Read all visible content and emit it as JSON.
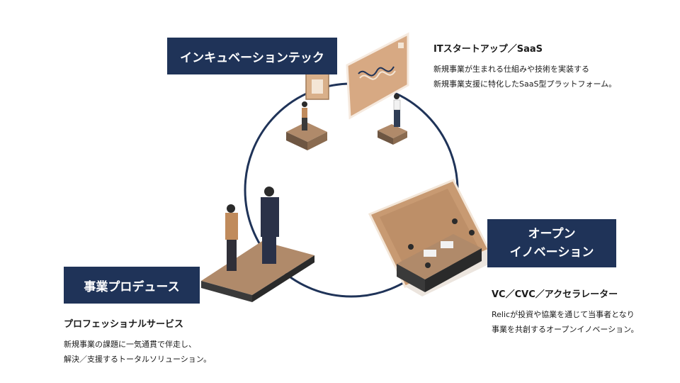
{
  "diagram": {
    "labels": {
      "incubation": "インキュベーションテック",
      "produce": "事業プロデュース",
      "open_innovation_line1": "オープン",
      "open_innovation_line2": "イノベーション"
    },
    "descriptions": {
      "it_saas": {
        "heading": "ITスタートアップ／SaaS",
        "lines": [
          "新規事業が生まれる仕組みや技術を実装する",
          "新規事業支援に特化したSaaS型プラットフォーム。"
        ]
      },
      "professional": {
        "heading": "プロフェッショナルサービス",
        "lines": [
          "新規事業の課題に一気通貫で伴走し、",
          "解決／支援するトータルソリューション。"
        ]
      },
      "vc_cvc": {
        "heading": "VC／CVC／アクセラレーター",
        "lines": [
          "Relicが投資や協業を通じて当事者となり",
          "事業を共創するオープンイノベーション。"
        ]
      }
    },
    "colors": {
      "navy": "#1f3358",
      "tan": "#c89a72",
      "dark": "#3a3a3a",
      "platform_top": "#b08a6a"
    }
  }
}
